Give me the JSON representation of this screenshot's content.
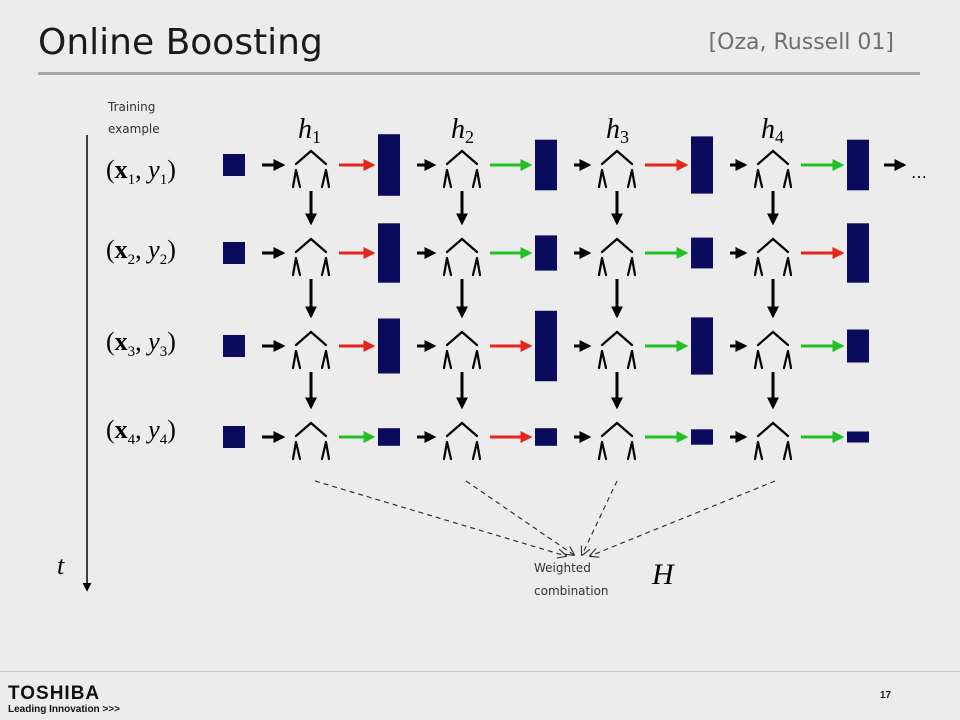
{
  "slide": {
    "title": "Online Boosting",
    "citation": "[Oza, Russell 01]",
    "page_number": "17"
  },
  "footer": {
    "logo": "TOSHIBA",
    "tagline": "Leading Innovation >>>"
  },
  "labels": {
    "training_line1": "Training",
    "training_line2": "example",
    "time": "t",
    "combination_line1": "Weighted",
    "combination_line2": "combination",
    "ensemble": "H",
    "ellipsis": "…"
  },
  "learners": [
    {
      "base": "h",
      "index": "1"
    },
    {
      "base": "h",
      "index": "2"
    },
    {
      "base": "h",
      "index": "3"
    },
    {
      "base": "h",
      "index": "4"
    }
  ],
  "examples": [
    {
      "x": "x",
      "y": "y",
      "index": "1"
    },
    {
      "x": "x",
      "y": "y",
      "index": "2"
    },
    {
      "x": "x",
      "y": "y",
      "index": "3"
    },
    {
      "x": "x",
      "y": "y",
      "index": "4"
    }
  ],
  "colors": {
    "weight_box": "#0b0b5e",
    "misclassified_arrow": "#e8251c",
    "correct_arrow": "#22c022",
    "flow_arrow": "#000000"
  },
  "grid": {
    "rows": [
      {
        "weights": [
          1,
          2.8,
          2.3,
          2.6,
          2.3
        ],
        "arrows": [
          "black",
          "red",
          "green",
          "red",
          "green"
        ],
        "trailing": true
      },
      {
        "weights": [
          1,
          2.7,
          1.6,
          1.4,
          2.7
        ],
        "arrows": [
          "black",
          "red",
          "green",
          "green",
          "red"
        ],
        "trailing": false
      },
      {
        "weights": [
          1,
          2.5,
          3.2,
          2.6,
          1.5
        ],
        "arrows": [
          "black",
          "red",
          "red",
          "green",
          "green"
        ],
        "trailing": false
      },
      {
        "weights": [
          1,
          0.8,
          0.8,
          0.7,
          0.5
        ],
        "arrows": [
          "black",
          "green",
          "red",
          "green",
          "green"
        ],
        "trailing": false
      }
    ]
  }
}
